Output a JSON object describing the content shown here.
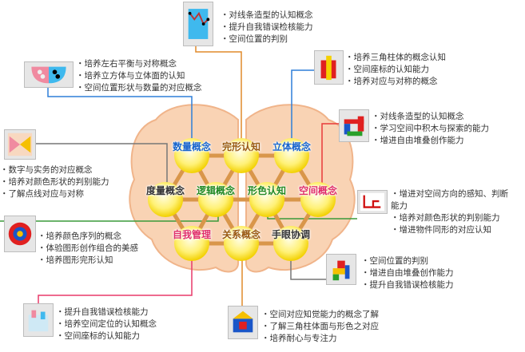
{
  "nodes": [
    {
      "label": "数量概念",
      "color": "#1a66cc"
    },
    {
      "label": "完形认知",
      "color": "#9a5a10"
    },
    {
      "label": "立体概念",
      "color": "#1a66cc"
    },
    {
      "label": "度量概念",
      "color": "#333333"
    },
    {
      "label": "逻辑概念",
      "color": "#238a23"
    },
    {
      "label": "形色认知",
      "color": "#238a23"
    },
    {
      "label": "空间概念",
      "color": "#e0306a"
    },
    {
      "label": "自我管理",
      "color": "#e0306a"
    },
    {
      "label": "关系概念",
      "color": "#9a5a10"
    },
    {
      "label": "手眼协调",
      "color": "#333333"
    }
  ],
  "descriptions": {
    "top": [
      "对线条造型的认知概念",
      "提升自我错误检核能力",
      "空间位置的判别"
    ],
    "left_top": [
      "培养左右平衡与对称概念",
      "培养立方体与立体面的认知",
      "空间位置形状与数量的对应概念"
    ],
    "right_top": [
      "培养三角柱体的概念认知",
      "空间座标的认知能力",
      "培养对应与对称的概念"
    ],
    "right_2": [
      "对线条造型的认知概念",
      "学习空间中积木与探索的能力",
      "增进自由堆叠创作能力"
    ],
    "left_mid": [
      "数字与实务的对应概念",
      "培养对颜色形状的判别能力",
      "了解点线对应与对称"
    ],
    "right_3": [
      "增进对空间方向的感知、判断能力",
      "培养对颜色形状的判别能力",
      "增进物件同形的对应认知"
    ],
    "left_low": [
      "培养颜色序列的概念",
      "体验图形创作组合的美感",
      "培养图形完形认知"
    ],
    "right_4": [
      "空间位置的判别",
      "增进自由堆叠创作能力",
      "提升自我错误检核能力"
    ],
    "bottom_left": [
      "提升自我错误检核能力",
      "培养空间定位的认知概念",
      "空间座标的认知能力"
    ],
    "bottom": [
      "空间对应知觉能力的概念了解",
      "了解三角柱体面与形色之对应",
      "培养耐心与专注力"
    ]
  }
}
